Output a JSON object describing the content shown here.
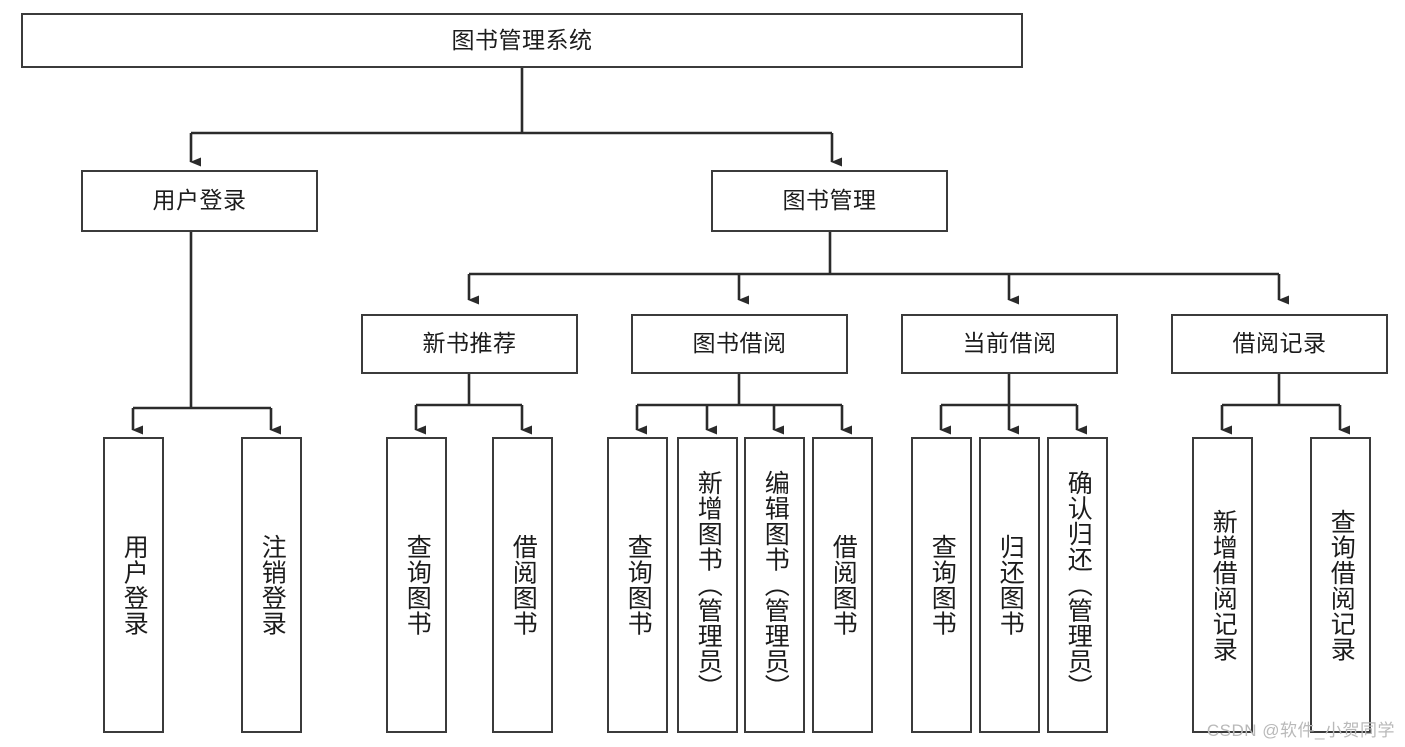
{
  "diagram": {
    "title": "图书管理系统",
    "type": "tree-hierarchy-functional-structure",
    "watermark": "CSDN @软件_小贺同学",
    "colors": {
      "box_border": "#3b3b3b",
      "box_fill": "#ffffff",
      "connector": "#2b2b2b",
      "text": "#1c1c1c",
      "watermark": "#b9b9b9",
      "background": "#ffffff"
    },
    "root": {
      "id": "root",
      "label": "图书管理系统"
    },
    "level2": [
      {
        "id": "user-login",
        "label": "用户登录"
      },
      {
        "id": "book-management",
        "label": "图书管理"
      }
    ],
    "level3": [
      {
        "id": "new-book-recommend",
        "label": "新书推荐",
        "parent": "book-management"
      },
      {
        "id": "book-borrow",
        "label": "图书借阅",
        "parent": "book-management"
      },
      {
        "id": "current-borrow",
        "label": "当前借阅",
        "parent": "book-management"
      },
      {
        "id": "borrow-record",
        "label": "借阅记录",
        "parent": "book-management"
      }
    ],
    "leaves": {
      "user-login": [
        {
          "id": "leaf-user-login",
          "label": "用户登录"
        },
        {
          "id": "leaf-user-logout",
          "label": "注销登录"
        }
      ],
      "new-book-recommend": [
        {
          "id": "leaf-query-book-1",
          "label": "查询图书"
        },
        {
          "id": "leaf-borrow-book-1",
          "label": "借阅图书"
        }
      ],
      "book-borrow": [
        {
          "id": "leaf-query-book-2",
          "label": "查询图书"
        },
        {
          "id": "leaf-add-book",
          "label": "新增图书（管理员）"
        },
        {
          "id": "leaf-edit-book",
          "label": "编辑图书（管理员）"
        },
        {
          "id": "leaf-borrow-book-2",
          "label": "借阅图书"
        }
      ],
      "current-borrow": [
        {
          "id": "leaf-query-book-3",
          "label": "查询图书"
        },
        {
          "id": "leaf-return-book",
          "label": "归还图书"
        },
        {
          "id": "leaf-confirm-return",
          "label": "确认归还（管理员）"
        }
      ],
      "borrow-record": [
        {
          "id": "leaf-add-record",
          "label": "新增借阅记录"
        },
        {
          "id": "leaf-query-record",
          "label": "查询借阅记录"
        }
      ]
    }
  }
}
